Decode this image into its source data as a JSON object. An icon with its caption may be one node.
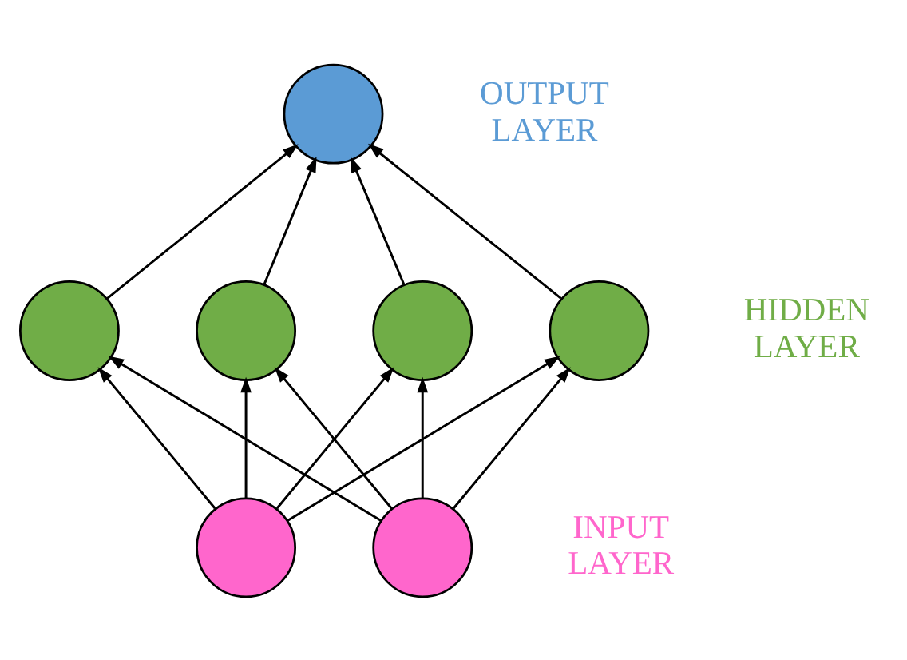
{
  "diagram": {
    "nodes": [
      {
        "text": [],
        "shape": "circle"
      },
      {
        "text": [],
        "shape": "circle"
      },
      {
        "text": [],
        "shape": "circle"
      },
      {
        "text": [],
        "shape": "circle"
      },
      {
        "text": [],
        "shape": "circle"
      },
      {
        "text": [],
        "shape": "circle"
      },
      {
        "text": [],
        "shape": "circle"
      }
    ],
    "edges": [
      {
        "from": 5,
        "to": 1,
        "arrow": "to"
      },
      {
        "from": 5,
        "to": 2,
        "arrow": "to"
      },
      {
        "from": 5,
        "to": 3,
        "arrow": "to"
      },
      {
        "from": 5,
        "to": 4,
        "arrow": "to"
      },
      {
        "from": 6,
        "to": 1,
        "arrow": "to"
      },
      {
        "from": 6,
        "to": 2,
        "arrow": "to"
      },
      {
        "from": 6,
        "to": 3,
        "arrow": "to"
      },
      {
        "from": 6,
        "to": 4,
        "arrow": "to"
      },
      {
        "from": 1,
        "to": 0,
        "arrow": "to"
      },
      {
        "from": 2,
        "to": 0,
        "arrow": "to"
      },
      {
        "from": 3,
        "to": 0,
        "arrow": "to"
      },
      {
        "from": 4,
        "to": 0,
        "arrow": "to"
      }
    ],
    "labels": [
      "OUTPUT LAYER",
      "HIDDEN LAYER",
      "INPUT LAYER"
    ]
  }
}
